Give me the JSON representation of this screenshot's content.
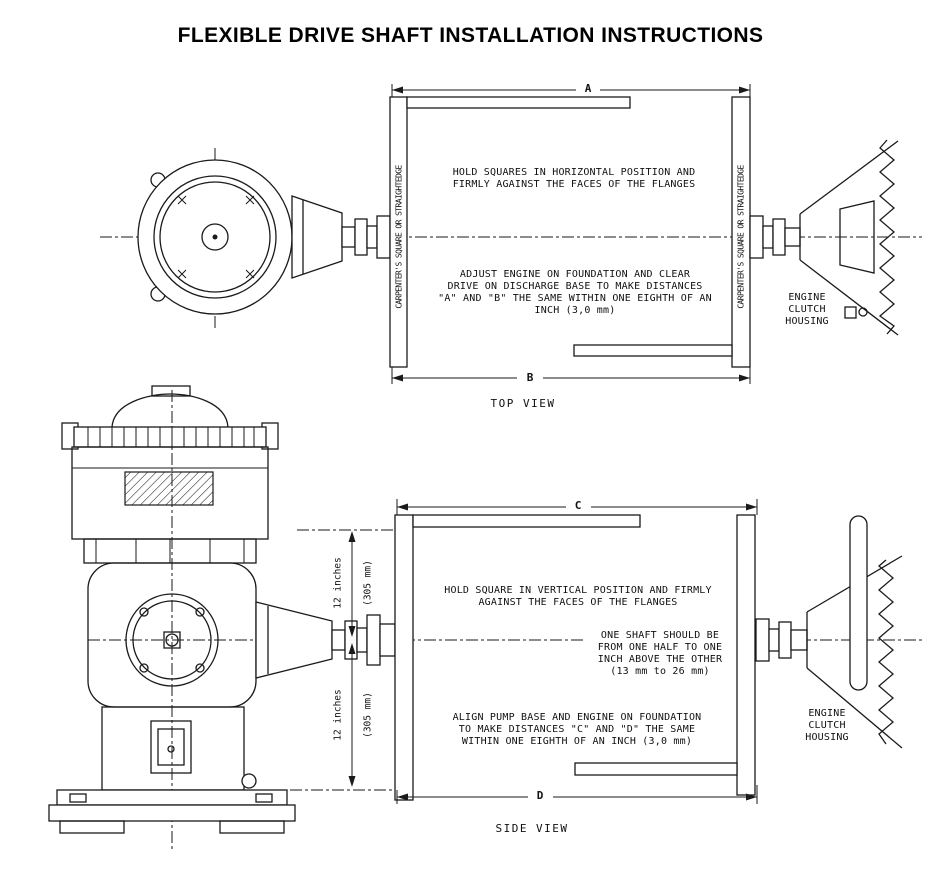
{
  "title": "FLEXIBLE DRIVE SHAFT INSTALLATION INSTRUCTIONS",
  "top_view": {
    "caption": "TOP VIEW",
    "dim_labels": {
      "a": "A",
      "b": "B"
    },
    "square_label_left": "CARPENTER'S SQUARE OR STRAIGHTEDGE",
    "square_label_right": "CARPENTER'S SQUARE OR STRAIGHTEDGE",
    "hold_text": "HOLD SQUARES IN HORIZONTAL POSITION AND\nFIRMLY AGAINST THE FACES OF THE FLANGES",
    "adjust_text": "ADJUST ENGINE ON FOUNDATION AND CLEAR\nDRIVE ON DISCHARGE BASE TO MAKE DISTANCES\n\"A\" AND \"B\" THE SAME WITHIN ONE EIGHTH OF AN\nINCH (3,0 mm)",
    "engine_label": "ENGINE\nCLUTCH\nHOUSING"
  },
  "side_view": {
    "caption": "SIDE VIEW",
    "dim_labels": {
      "c": "C",
      "d": "D"
    },
    "dim_12_upper": {
      "inches": "12 inches",
      "mm": "(305 mm)"
    },
    "dim_12_lower": {
      "inches": "12 inches",
      "mm": "(305 mm)"
    },
    "hold_text": "HOLD SQUARE IN VERTICAL POSITION AND FIRMLY\nAGAINST THE FACES OF THE FLANGES",
    "shaft_note": "ONE SHAFT SHOULD BE\nFROM ONE HALF TO ONE\nINCH ABOVE THE OTHER\n(13 mm to 26 mm)",
    "align_text": "ALIGN PUMP BASE AND ENGINE ON FOUNDATION\nTO MAKE DISTANCES \"C\" AND \"D\" THE SAME\nWITHIN ONE EIGHTH OF AN INCH (3,0 mm)",
    "engine_label": "ENGINE\nCLUTCH\nHOUSING"
  }
}
